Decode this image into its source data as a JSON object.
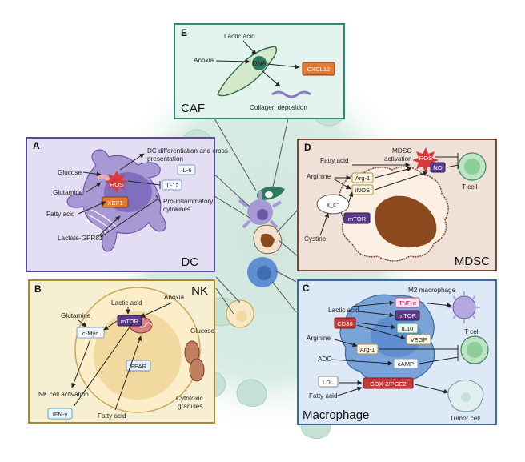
{
  "colors": {
    "background": "#ffffff",
    "tumor_cluster": "#cfe6dd",
    "panel_E_border": "#2e8a78",
    "panel_E_fill": "#e3f3ee",
    "panel_A_border": "#5a4a9a",
    "panel_A_fill": "#e3def3",
    "panel_D_border": "#7a4a38",
    "panel_D_fill": "#efe1d8",
    "panel_B_border": "#a88a2e",
    "panel_B_fill": "#f7efd2",
    "panel_C_border": "#3b6a9e",
    "panel_C_fill": "#dde9f6",
    "chip_orange": "#e07a35",
    "chip_purple": "#5b3a8c",
    "chip_red": "#c43a3a"
  },
  "panels": {
    "E": {
      "letter": "E",
      "title": "CAF",
      "labels": {
        "lactic_acid": "Lactic acid",
        "anoxia": "Anoxia",
        "dna": "DNA",
        "cxcl12": "CXCL12",
        "collagen": "Collagen deposition"
      }
    },
    "A": {
      "letter": "A",
      "title": "DC",
      "labels": {
        "glucose": "Glucose",
        "glutamine": "Glutamine",
        "fatty_acid": "Fatty acid",
        "lactate": "Lactate-GPR81",
        "dc_diff_1": "DC differentiation and cross-",
        "dc_diff_2": "presentation",
        "il6": "IL-6",
        "il12": "IL-12",
        "proinflam_1": "Pro-inflammatory",
        "proinflam_2": "cytokines",
        "xbp1": "XBP1",
        "ros": "ROS"
      }
    },
    "D": {
      "letter": "D",
      "title": "MDSC",
      "labels": {
        "fatty_acid": "Fatty acid",
        "mdsc_act_1": "MDSC",
        "mdsc_act_2": "activation",
        "arginine": "Arginine",
        "arg1": "Arg-1",
        "inos": "iNOS",
        "ros": "ROS",
        "no": "NO",
        "t_cell": "T cell",
        "xc": "x_c⁻",
        "cystine": "Cystine",
        "mtor": "mTOR"
      }
    },
    "B": {
      "letter": "B",
      "title": "NK",
      "labels": {
        "anoxia": "Anoxia",
        "lactic_acid": "Lactic acid",
        "glutamine": "Glutamine",
        "mtor": "mTOR",
        "cmyc": "c-Myc",
        "glucose": "Glucose",
        "pparLabel": "PPAR",
        "nk_act": "NK cell activation",
        "ifn": "IFN-γ",
        "fatty_acid": "Fatty acid",
        "cytotoxic_1": "Cytotoxic",
        "cytotoxic_2": "granules"
      }
    },
    "C": {
      "letter": "C",
      "title": "Macrophage",
      "labels": {
        "m2": "M2 macrophage",
        "lactic_acid": "Lactic acid",
        "tnfa": "TNF-α",
        "mtor": "mTOR",
        "cd36": "CD36",
        "il10": "IL10",
        "vegf": "VEGF",
        "arginine": "Arginine",
        "arg1": "Arg-1",
        "ado": "ADO",
        "camp": "cAMP",
        "t_cell": "T cell",
        "ldl": "LDL",
        "fatty_acid": "Fatty acid",
        "cox2": "COX-2/PGE2",
        "tumor_cell": "Tumor cell"
      }
    }
  }
}
